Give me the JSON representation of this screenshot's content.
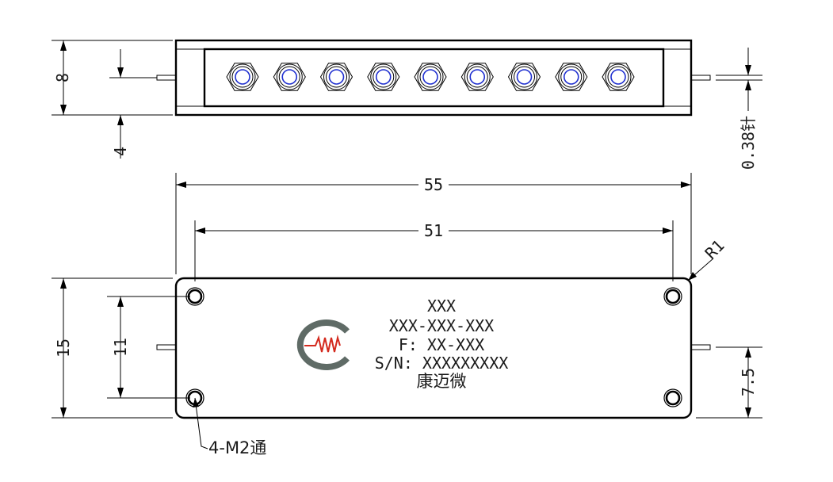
{
  "dimensions": {
    "height_8": "8",
    "offset_4": "4",
    "pin_dia": "0.38针",
    "length_55": "55",
    "hole_spacing_51": "51",
    "radius": "R1",
    "height_15": "15",
    "hole_spacing_11": "11",
    "pin_height_7_5": "7.5",
    "holes_note": "4-M2通"
  },
  "label": {
    "line1": "XXX",
    "line2": "XXX-XXX-XXX",
    "line3": "F: XX-XXX",
    "line4": "S/N: XXXXXXXXX",
    "line5": "康迈微"
  },
  "colors": {
    "line": "#000000",
    "logo_gray": "#5f6b66",
    "logo_red": "#d42a1e",
    "connector_blue": "#1f2fd0"
  },
  "connectors": {
    "count": 9
  }
}
